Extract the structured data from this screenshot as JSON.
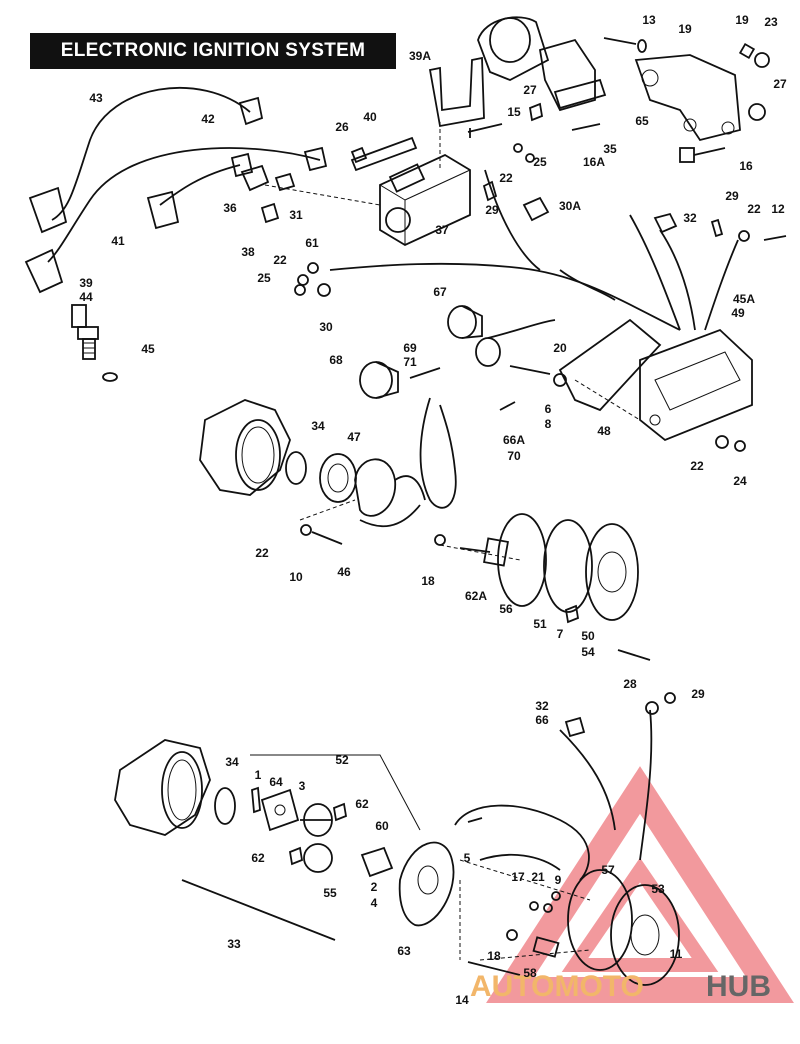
{
  "title": "ELECTRONIC IGNITION SYSTEM",
  "watermark": {
    "part1": "AUTOMOTO",
    "part2": "HUB",
    "accent": "#e8464e",
    "text_color": "#f2b66a",
    "hub_color": "#666666"
  },
  "callouts": [
    "13",
    "19",
    "19",
    "23",
    "39A",
    "27",
    "27",
    "65",
    "15",
    "26",
    "40",
    "25",
    "22",
    "16A",
    "35",
    "16",
    "43",
    "42",
    "36",
    "31",
    "29",
    "30A",
    "32",
    "29",
    "22",
    "12",
    "41",
    "38",
    "37",
    "61",
    "22",
    "25",
    "30",
    "39",
    "44",
    "67",
    "45A",
    "49",
    "69",
    "71",
    "20",
    "45",
    "68",
    "6",
    "8",
    "48",
    "34",
    "47",
    "66A",
    "70",
    "22",
    "24",
    "22",
    "10",
    "46",
    "18",
    "62A",
    "56",
    "51",
    "7",
    "50",
    "54",
    "28",
    "32",
    "66",
    "29",
    "52",
    "34",
    "1",
    "64",
    "3",
    "62",
    "60",
    "62",
    "5",
    "17",
    "21",
    "9",
    "57",
    "55",
    "2",
    "4",
    "53",
    "33",
    "63",
    "18",
    "11",
    "58",
    "14"
  ]
}
